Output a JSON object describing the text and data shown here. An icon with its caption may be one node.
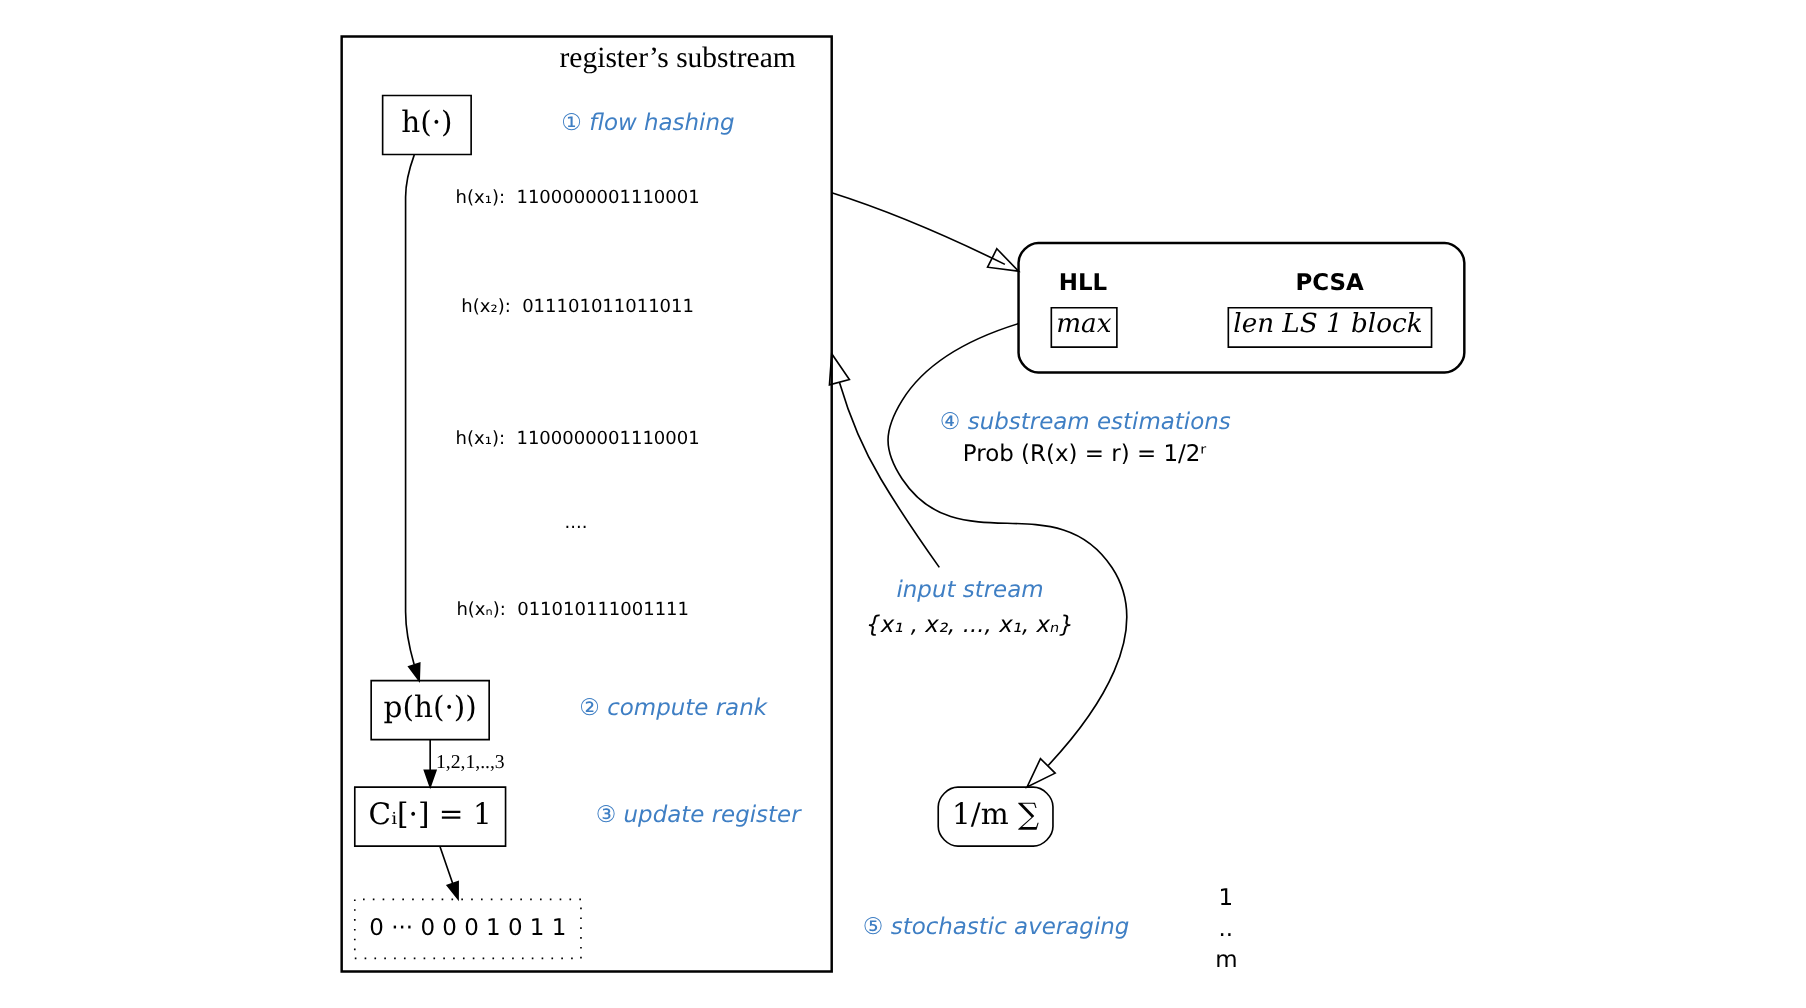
{
  "diagram": {
    "nodes": [
      {
        "text": [
          "input stream",
          "{x₁ , x₂, ..., x₁, xₙ}"
        ]
      },
      {
        "text": [
          "register’s substream"
        ],
        "beside": [
          "1",
          "..",
          "m"
        ]
      },
      {
        "text": [
          "h(·)"
        ],
        "in": 1,
        "beside": [
          "① flow hashing"
        ]
      },
      {
        "text": [
          "p(h(·))"
        ],
        "in": 1,
        "beside": [
          "② compute rank"
        ]
      },
      {
        "text": [
          "Cᵢ[·] = 1"
        ],
        "in": 1,
        "beside": [
          "③ update register"
        ]
      },
      {
        "text": [
          "0 ··· 0 0 0 1 0 1 1"
        ],
        "in": 1
      },
      {
        "text": [],
        "shape": "box",
        "beside": [
          "④ substream estimations",
          "Prob (R(x) = r) = 1/2ʳ"
        ]
      },
      {
        "text": [
          "HLL",
          "max"
        ],
        "in": 6
      },
      {
        "text": [
          "PCSA",
          "len LS 1 block"
        ],
        "in": 6
      },
      {
        "text": [
          "1/m ∑"
        ],
        "beside": [
          "⑤ stochastic averaging"
        ]
      }
    ],
    "edges": [
      {
        "from": 0,
        "to": 1,
        "arrow": "to"
      },
      {
        "from": 2,
        "to": 3,
        "arrow": "to"
      },
      {
        "from": 3,
        "to": 4,
        "label": "1,2,1,..,3",
        "arrow": "to"
      },
      {
        "from": 4,
        "to": 5,
        "arrow": "to"
      },
      {
        "from": 1,
        "to": 6,
        "arrow": "to"
      },
      {
        "from": 6,
        "to": 9,
        "arrow": "to"
      }
    ],
    "labels": [
      "h(x₁):  1100000001110001",
      "h(x₂):  011101011011011",
      "h(x₁):  1100000001110001",
      "....",
      "h(xₙ):  011010111001111"
    ]
  }
}
